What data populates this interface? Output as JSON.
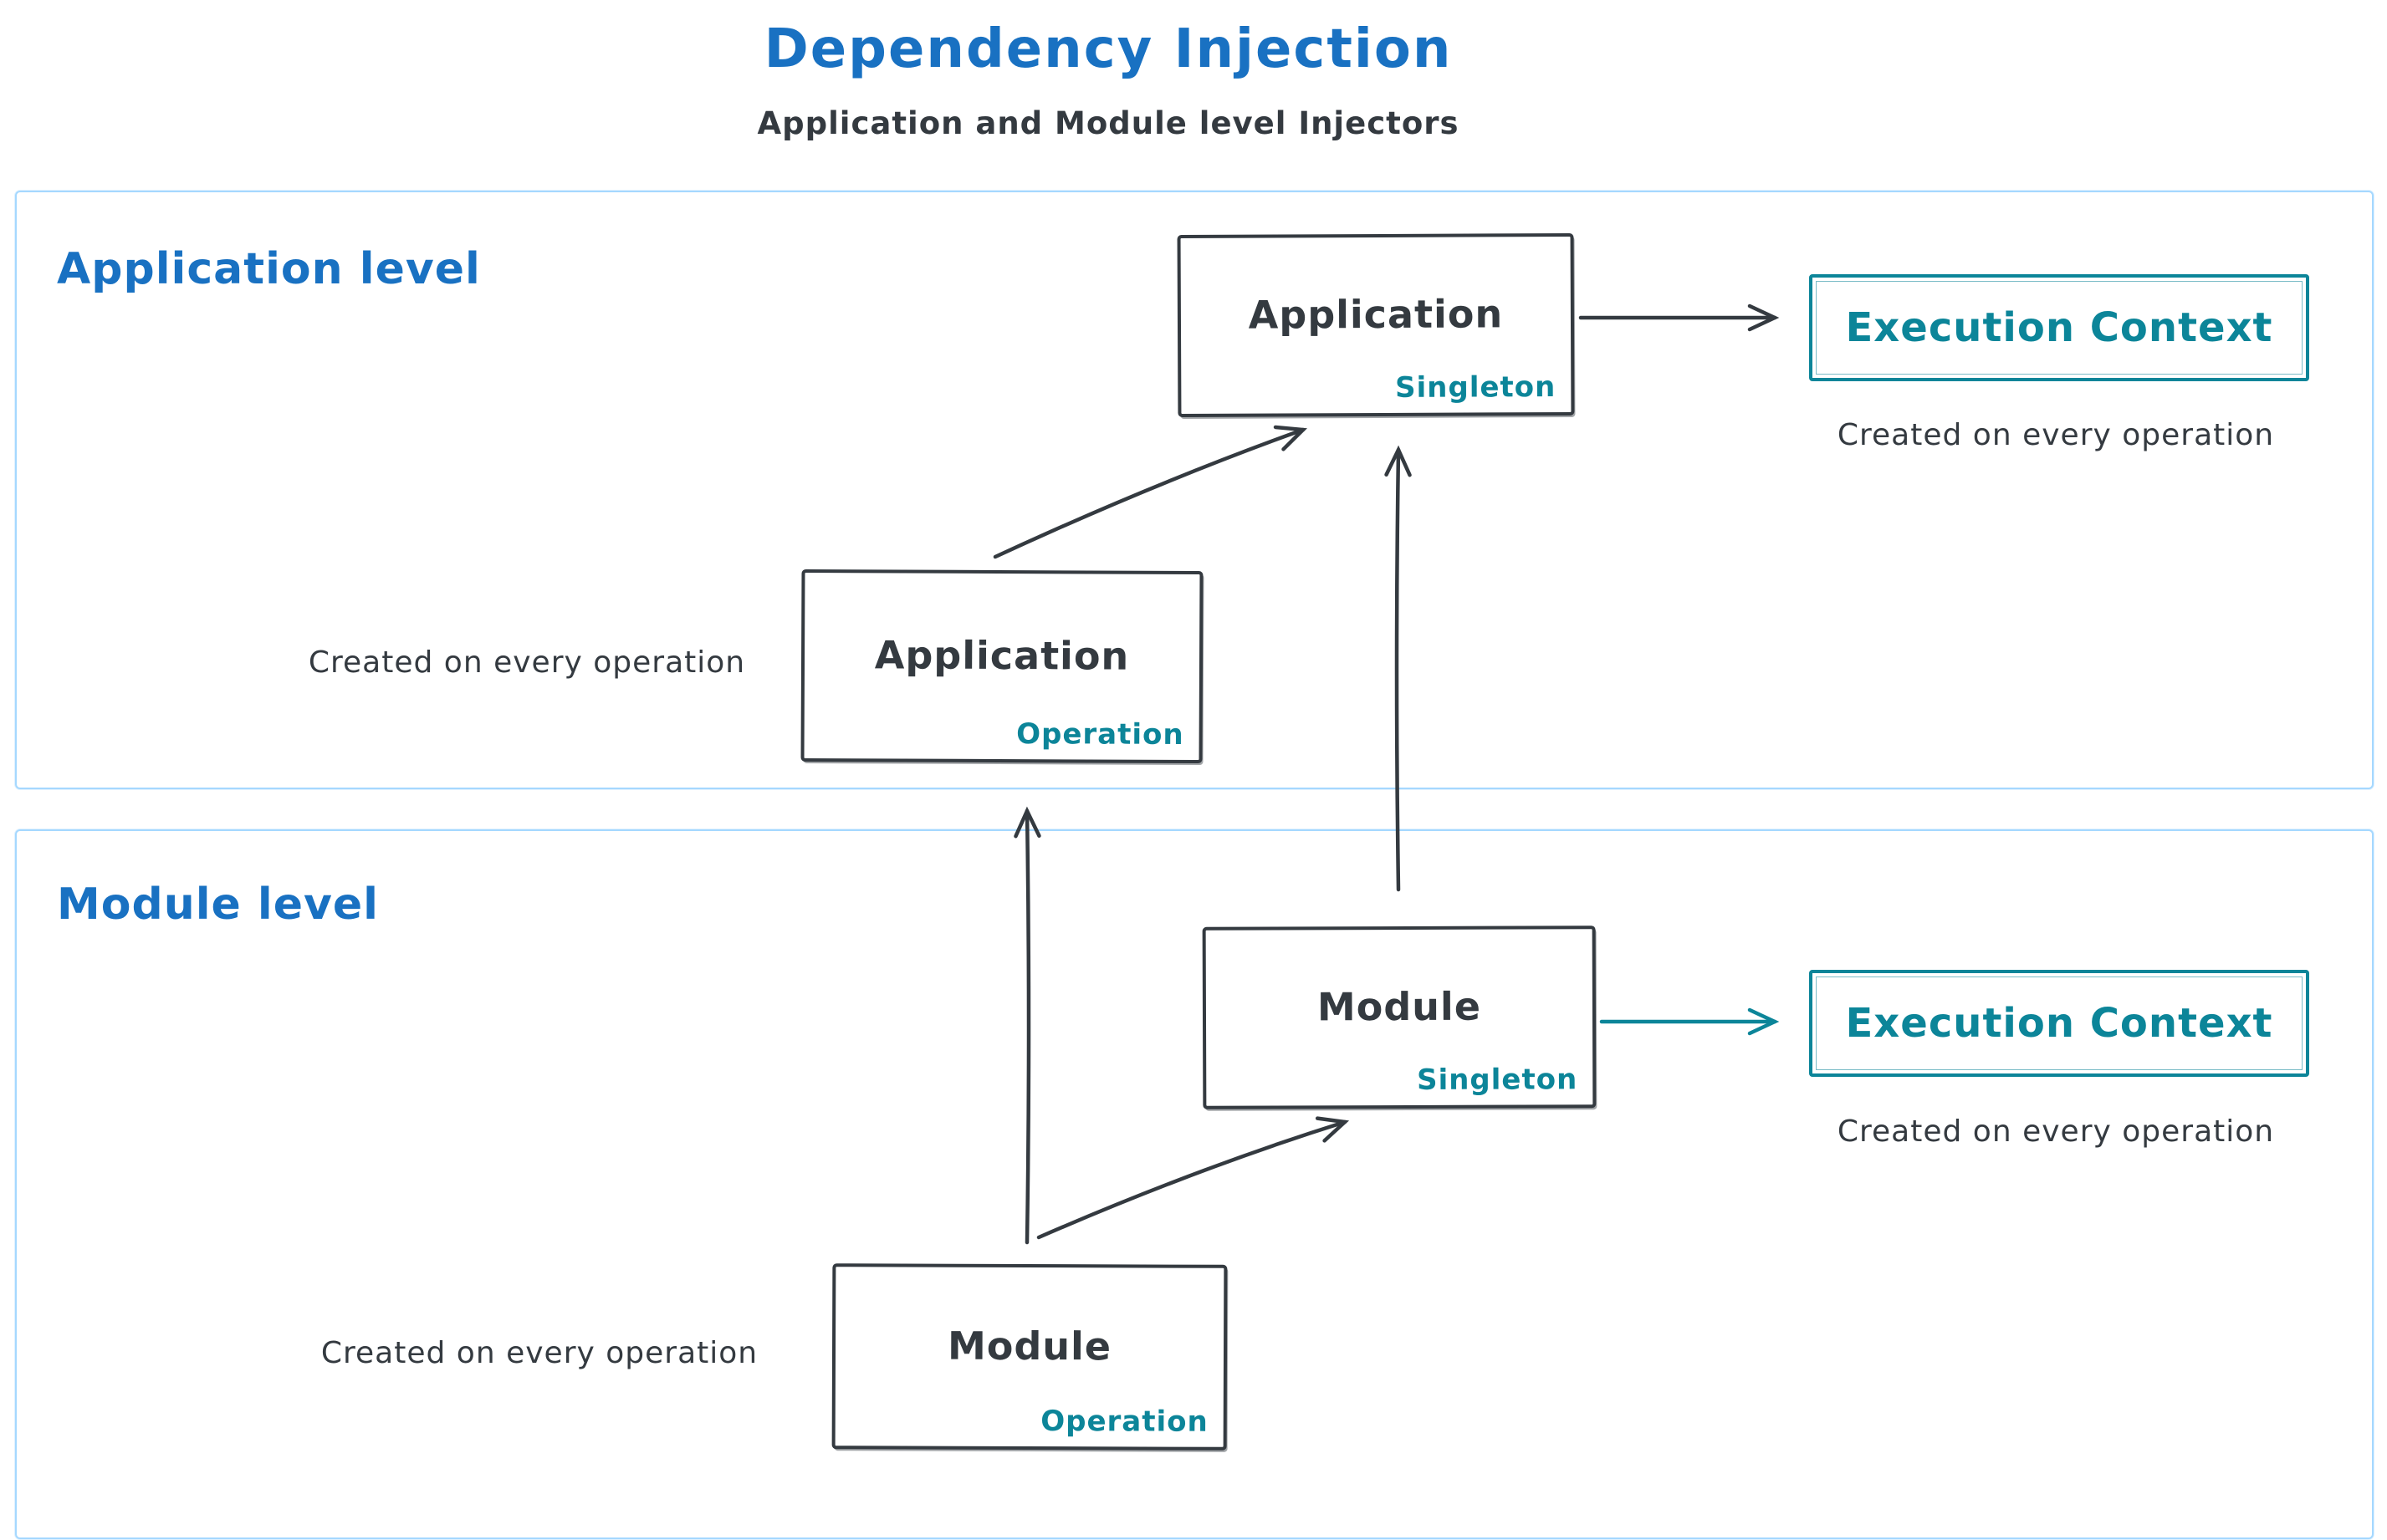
{
  "header": {
    "title": "Dependency Injection",
    "subtitle": "Application and Module level Injectors"
  },
  "colors": {
    "accent_blue": "#1971c2",
    "teal": "#0c8599",
    "dark": "#343a40",
    "container_border": "#a5d8ff"
  },
  "application_level": {
    "label": "Application level",
    "singleton_box": {
      "title": "Application",
      "tag": "Singleton"
    },
    "operation_box": {
      "title": "Application",
      "tag": "Operation"
    },
    "operation_caption": "Created on every operation",
    "execution_context": {
      "label": "Execution Context",
      "caption": "Created on every operation"
    }
  },
  "module_level": {
    "label": "Module level",
    "singleton_box": {
      "title": "Module",
      "tag": "Singleton"
    },
    "operation_box": {
      "title": "Module",
      "tag": "Operation"
    },
    "operation_caption": "Created on every operation",
    "execution_context": {
      "label": "Execution Context",
      "caption": "Created on every operation"
    }
  }
}
